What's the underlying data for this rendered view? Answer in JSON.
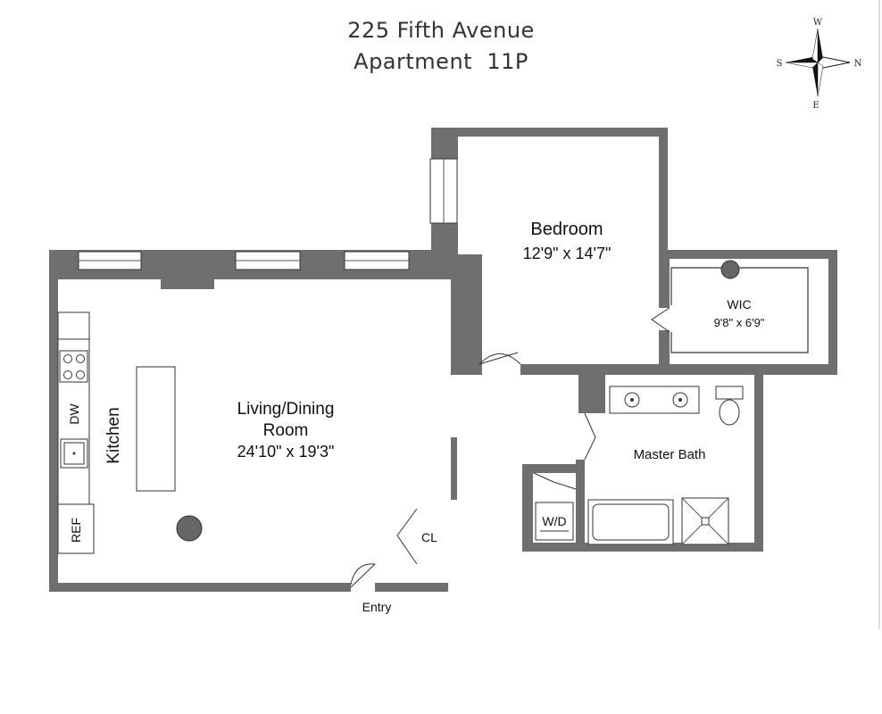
{
  "header": {
    "address": "225 Fifth Avenue",
    "unit": "Apartment  11P"
  },
  "compass": {
    "west": "W",
    "south": "S",
    "north": "N",
    "east": "E"
  },
  "rooms": {
    "bedroom": {
      "name": "Bedroom",
      "dims": "12'9\" x 14'7\""
    },
    "wic": {
      "name": "WIC",
      "dims": "9'8\" x 6'9\""
    },
    "living": {
      "name1": "Living/Dining",
      "name2": "Room",
      "dims": "24'10\" x 19'3\""
    },
    "kitchen": {
      "name": "Kitchen"
    },
    "master_bath": {
      "name": "Master Bath"
    }
  },
  "fixtures": {
    "dw": "DW",
    "ref": "REF",
    "wd": "W/D",
    "cl": "CL"
  },
  "entry": "Entry",
  "colors": {
    "wall": "#6f6f6f",
    "wall_dark": "#5c5c5c",
    "line": "#222222"
  }
}
